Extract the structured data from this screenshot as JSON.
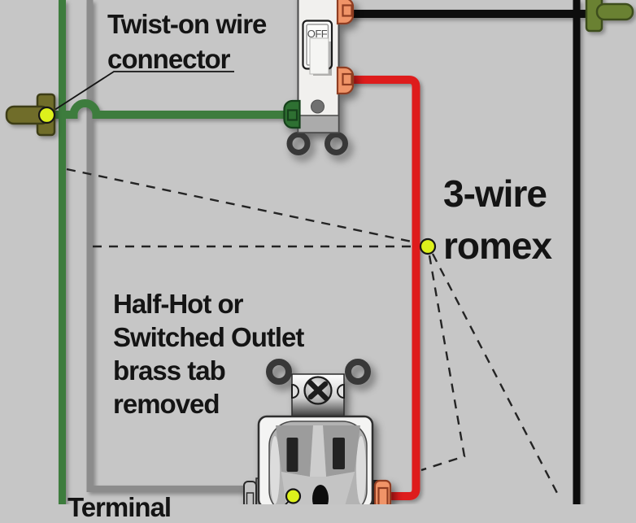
{
  "labels": {
    "twist": {
      "line1": "Twist-on wire",
      "line2": "connector"
    },
    "romex": {
      "line1": "3-wire",
      "line2": "romex"
    },
    "half_hot": {
      "line1": "Half-Hot or",
      "line2": "Switched Outlet",
      "line3": "brass tab",
      "line4": "removed"
    },
    "bottom_partial": "Terminal"
  },
  "switch": {
    "state": "OFF"
  },
  "colors": {
    "background": "#c6c6c6",
    "box_gray": "#8c8c8c",
    "wire_green": "#3c7b3d",
    "wire_red": "#de1c1c",
    "wire_black": "#0c0c0c",
    "connector_olive": "#6f6d2b",
    "connector_olive_dark": "#3e3e17",
    "connector_green": "#6b8132",
    "connector_green_dark": "#3e4d1e",
    "marker_yellow": "#ddf01c",
    "terminal_orange": "#f09467",
    "terminal_orange_dark": "#8f3c20",
    "terminal_green": "#2f7030",
    "terminal_green_dark": "#17401a",
    "switch_body": "#f1f0ee",
    "switch_band": "#ababab",
    "outlet_face": "#f4f4f3",
    "text_black": "#141414"
  }
}
